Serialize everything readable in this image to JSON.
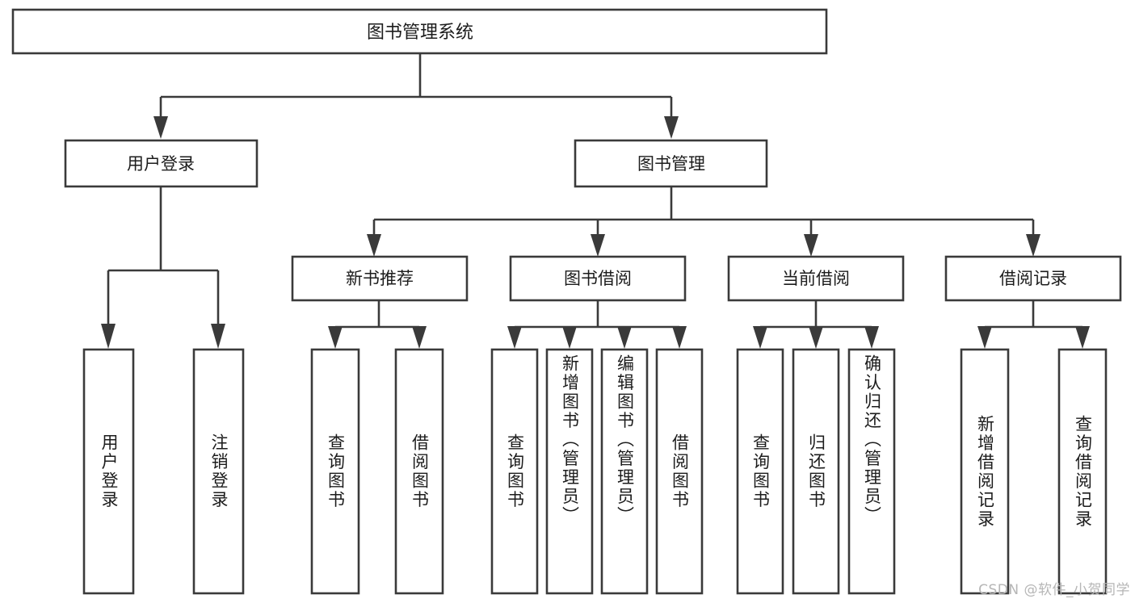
{
  "diagram": {
    "type": "tree-hierarchy",
    "root": {
      "id": "root",
      "label": "图书管理系统",
      "orientation": "horizontal"
    },
    "level2": [
      {
        "id": "user-login",
        "label": "用户登录",
        "orientation": "horizontal"
      },
      {
        "id": "book-manage",
        "label": "图书管理",
        "orientation": "horizontal"
      }
    ],
    "level3": [
      {
        "id": "new-book-recommend",
        "label": "新书推荐",
        "orientation": "horizontal",
        "parent": "book-manage"
      },
      {
        "id": "book-borrow",
        "label": "图书借阅",
        "orientation": "horizontal",
        "parent": "book-manage"
      },
      {
        "id": "current-borrow",
        "label": "当前借阅",
        "orientation": "horizontal",
        "parent": "book-manage"
      },
      {
        "id": "borrow-record",
        "label": "借阅记录",
        "orientation": "horizontal",
        "parent": "book-manage"
      }
    ],
    "leaves": [
      {
        "id": "leaf-user-login",
        "label": "用户登录",
        "orientation": "vertical",
        "parent": "user-login"
      },
      {
        "id": "leaf-logout",
        "label": "注销登录",
        "orientation": "vertical",
        "parent": "user-login"
      },
      {
        "id": "leaf-query-book-1",
        "label": "查询图书",
        "orientation": "vertical",
        "parent": "new-book-recommend"
      },
      {
        "id": "leaf-borrow-book-1",
        "label": "借阅图书",
        "orientation": "vertical",
        "parent": "new-book-recommend"
      },
      {
        "id": "leaf-query-book-2",
        "label": "查询图书",
        "orientation": "vertical",
        "parent": "book-borrow"
      },
      {
        "id": "leaf-add-book",
        "label": "新增图书（管理员）",
        "orientation": "vertical",
        "parent": "book-borrow"
      },
      {
        "id": "leaf-edit-book",
        "label": "编辑图书（管理员）",
        "orientation": "vertical",
        "parent": "book-borrow"
      },
      {
        "id": "leaf-borrow-book-2",
        "label": "借阅图书",
        "orientation": "vertical",
        "parent": "book-borrow"
      },
      {
        "id": "leaf-query-book-3",
        "label": "查询图书",
        "orientation": "vertical",
        "parent": "current-borrow"
      },
      {
        "id": "leaf-return-book",
        "label": "归还图书",
        "orientation": "vertical",
        "parent": "current-borrow"
      },
      {
        "id": "leaf-confirm-return",
        "label": "确认归还（管理员）",
        "orientation": "vertical",
        "parent": "current-borrow"
      },
      {
        "id": "leaf-add-record",
        "label": "新增借阅记录",
        "orientation": "vertical",
        "parent": "borrow-record"
      },
      {
        "id": "leaf-query-record",
        "label": "查询借阅记录",
        "orientation": "vertical",
        "parent": "borrow-record"
      }
    ]
  },
  "watermark": {
    "text": "CSDN @软件_小贺同学"
  },
  "colors": {
    "stroke": "#3a3a3a",
    "fill": "#ffffff",
    "text": "#1c1c1c",
    "watermark": "#b6b6b6"
  }
}
